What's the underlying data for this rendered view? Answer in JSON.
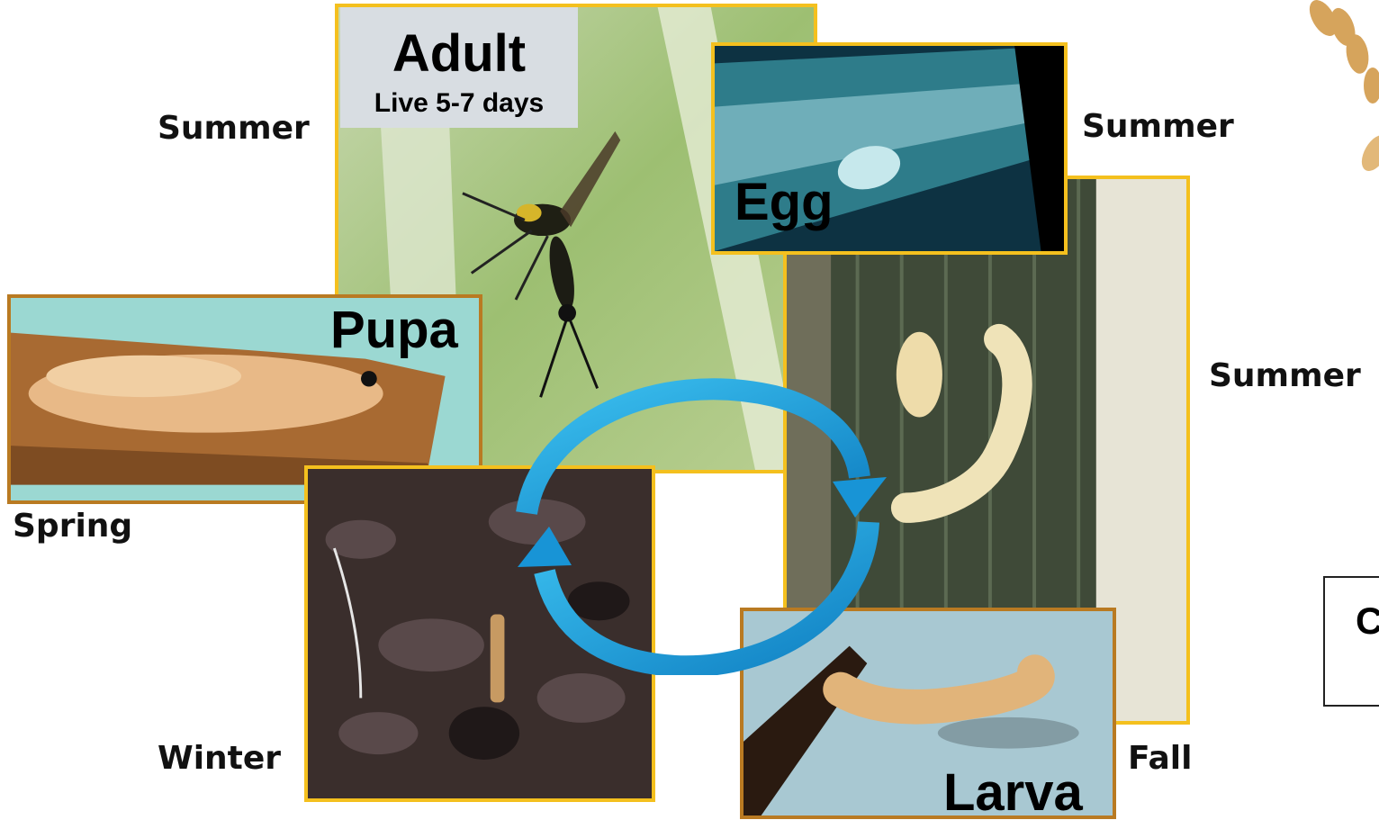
{
  "stages": {
    "adult_title": "Adult",
    "adult_lifespan": "Live 5-7 days",
    "egg": "Egg",
    "pupa": "Pupa",
    "larva": "Larva"
  },
  "seasons": {
    "adult": "Summer",
    "egg": "Summer",
    "egg_larva": "Summer",
    "pupa": "Spring",
    "overwinter": "Winter",
    "larva": "Fall"
  },
  "side_panel": {
    "partial_letter": "C"
  },
  "icons": {
    "cycle_arrows": "circular-arrows-icon",
    "wheat": "wheat-icon"
  },
  "colors": {
    "gold_border": "#f4c01e",
    "brown_border": "#b97a22",
    "arrow_blue": "#1aa3dc",
    "label_box": "#d8dde2"
  }
}
